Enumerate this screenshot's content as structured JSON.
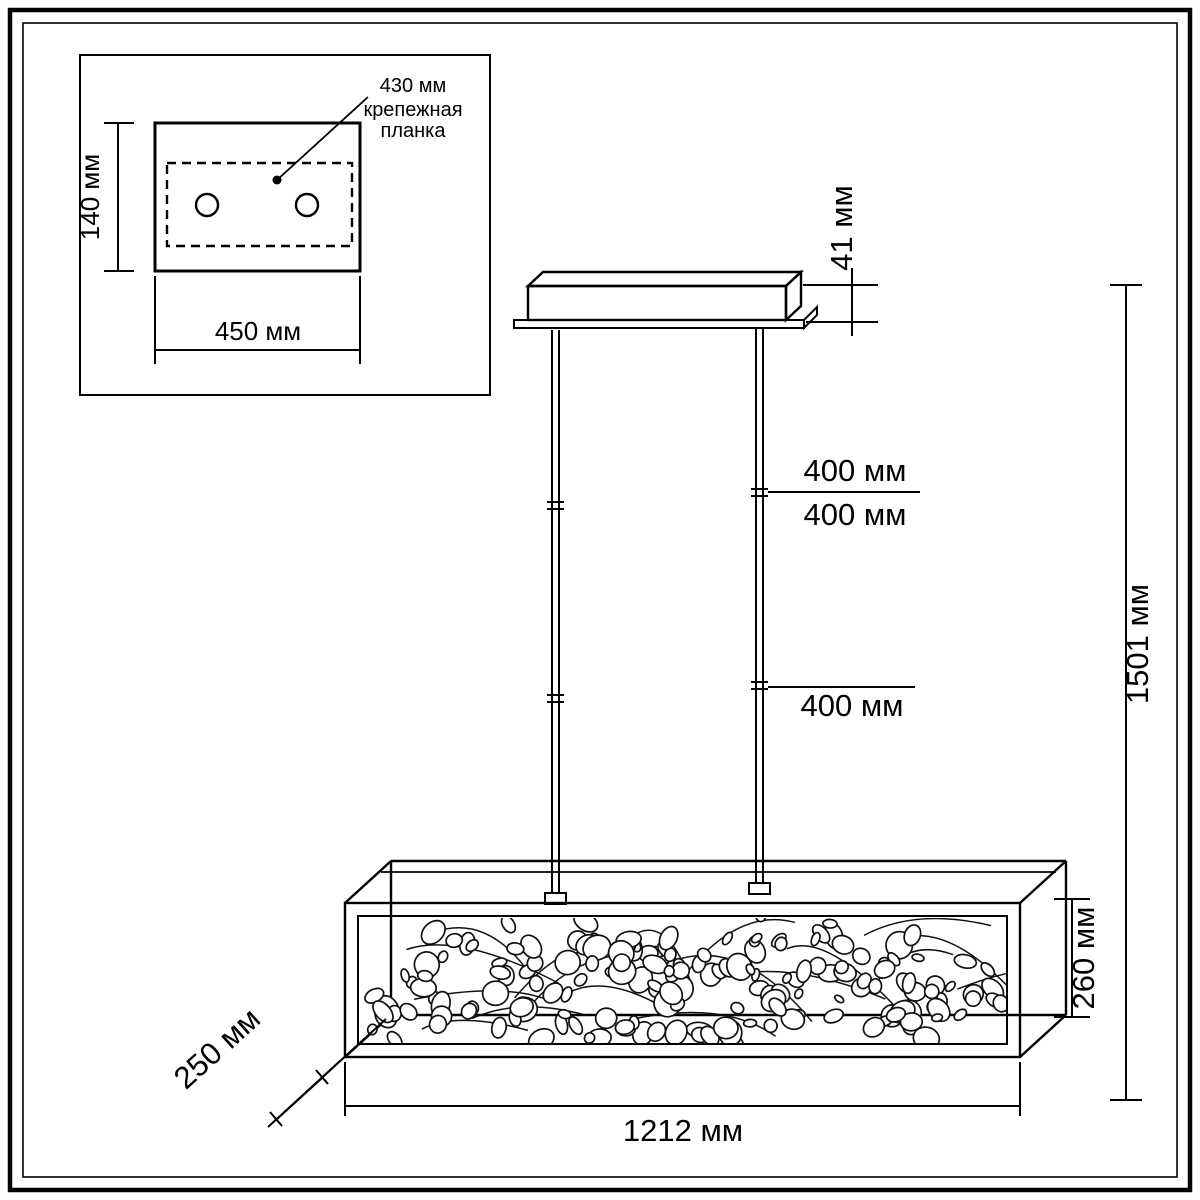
{
  "drawing": {
    "kind": "pendant-light-dimension-drawing",
    "stroke_color": "#000000",
    "background_color": "#ffffff"
  },
  "inset": {
    "height_label": "140 мм",
    "width_label": "450 мм",
    "callout_value": "430 мм",
    "callout_line1": "крепежная",
    "callout_line2": "планка"
  },
  "dimensions": {
    "canopy_height": "41 мм",
    "rod_upper": "400 мм",
    "rod_middle": "400 мм",
    "rod_lower": "400 мм",
    "total_height": "1501 мм",
    "box_height": "260 мм",
    "box_depth": "250 мм",
    "box_width": "1212 мм"
  }
}
